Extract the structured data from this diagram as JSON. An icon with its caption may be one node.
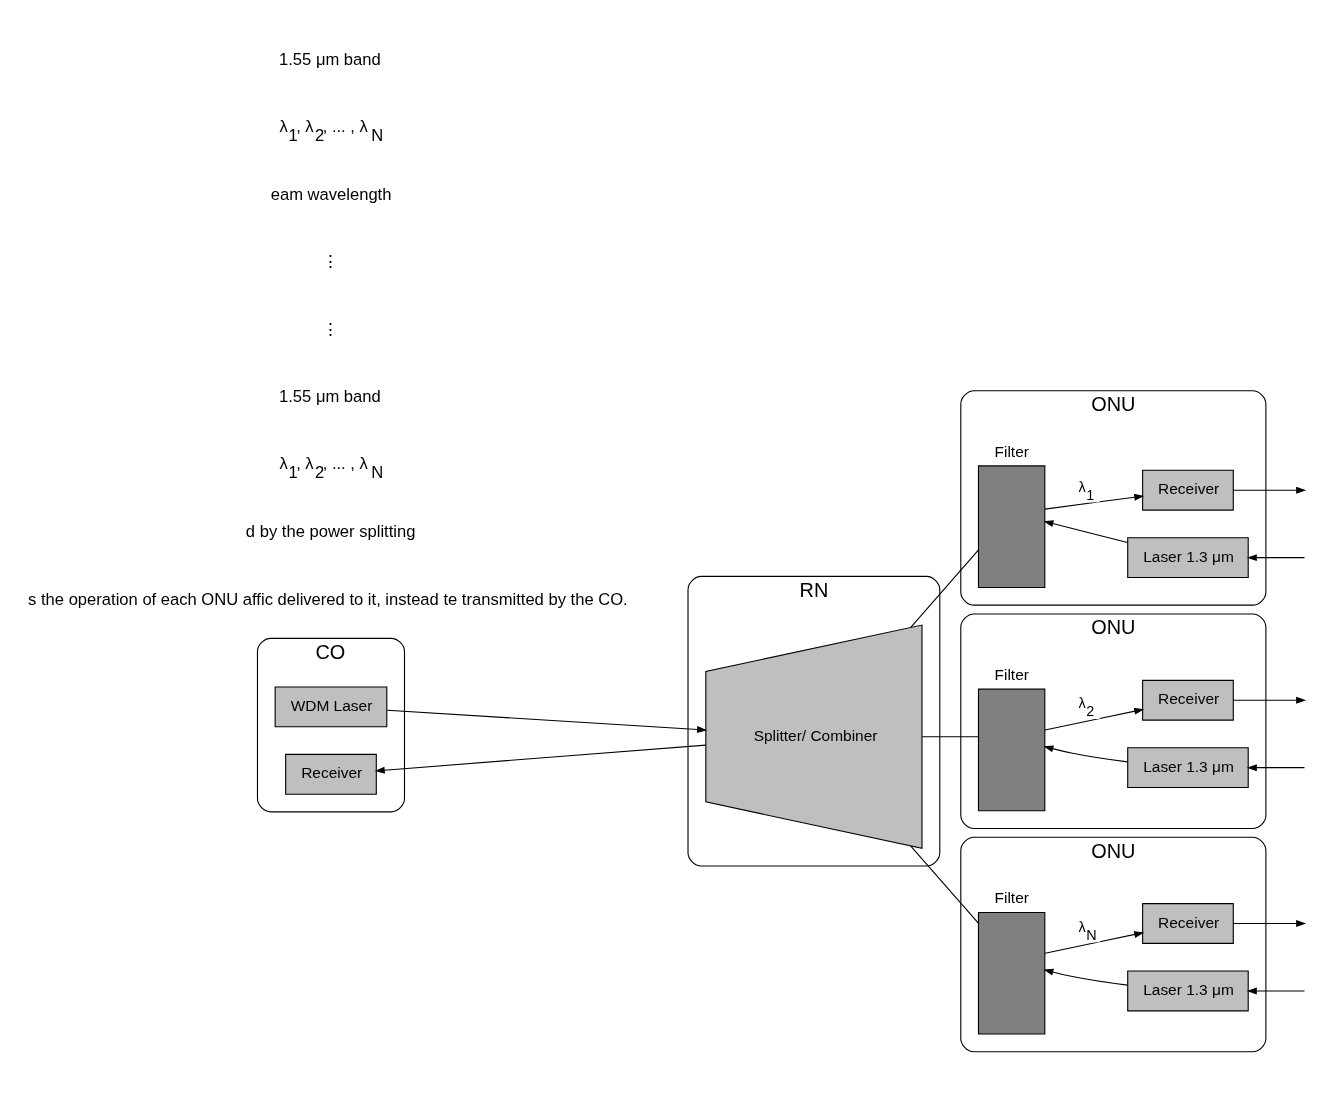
{
  "diagram": {
    "nodes": [
      {
        "text": [
          "CO"
        ]
      },
      {
        "text": [
          "WDM Laser"
        ],
        "in": 0
      },
      {
        "text": [
          "Receiver"
        ],
        "in": 0
      },
      {
        "text": [
          "RN"
        ]
      },
      {
        "text": [
          "Splitter/ Combiner"
        ],
        "in": 3
      },
      {
        "text": [
          "ONU"
        ]
      },
      {
        "text": [
          "Filter"
        ],
        "in": 5
      },
      {
        "text": [
          "Receiver"
        ],
        "in": 5
      },
      {
        "text": [
          "Laser 1.3 μm"
        ],
        "in": 5
      },
      {
        "text": [
          "ONU"
        ]
      },
      {
        "text": [
          "Filter"
        ],
        "in": 9
      },
      {
        "text": [
          "Receiver"
        ],
        "in": 9
      },
      {
        "text": [
          "Laser 1.3 μm"
        ],
        "in": 9
      },
      {
        "text": [
          "ONU"
        ]
      },
      {
        "text": [
          "Filter"
        ],
        "in": 13
      },
      {
        "text": [
          "Receiver"
        ],
        "in": 13
      },
      {
        "text": [
          "Laser 1.3 μm"
        ],
        "in": 13
      }
    ],
    "edges": [
      {
        "from": 1,
        "to": 4,
        "arrow": "to"
      },
      {
        "from": 4,
        "to": 2,
        "arrow": "to"
      },
      {
        "from": 4,
        "to": 6,
        "arrow": "none"
      },
      {
        "from": 4,
        "to": 10,
        "arrow": "none"
      },
      {
        "from": 4,
        "to": 14,
        "arrow": "none"
      },
      {
        "from": 6,
        "to": 7,
        "arrow": "to",
        "label": "λ$_{1}$"
      },
      {
        "from": 7,
        "to": null,
        "arrow": "to"
      },
      {
        "from": null,
        "to": 8,
        "arrow": "to"
      },
      {
        "from": 8,
        "to": 6,
        "arrow": "to"
      },
      {
        "from": 10,
        "to": 11,
        "arrow": "to",
        "label": "λ$_{2}$"
      },
      {
        "from": 11,
        "to": null,
        "arrow": "to"
      },
      {
        "from": null,
        "to": 12,
        "arrow": "to"
      },
      {
        "from": 12,
        "to": 10,
        "arrow": "to"
      },
      {
        "from": 14,
        "to": 15,
        "arrow": "to",
        "label": "λ$_{N}$"
      },
      {
        "from": 15,
        "to": null,
        "arrow": "to"
      },
      {
        "from": null,
        "to": 16,
        "arrow": "to"
      },
      {
        "from": 16,
        "to": 14,
        "arrow": "to"
      }
    ],
    "labels": [
      "s the operation of each ONU affic delivered to it, instead te transmitted by the CO.",
      "d by the power splitting",
      "λ$_{1}$, λ$_{2}$, ... , λ$_{N}$",
      "1.55 μm band",
      "⋮",
      "⋮",
      "eam wavelength",
      "λ$_{1}$, λ$_{2}$, ... , λ$_{N}$",
      "1.55 μm band"
    ]
  }
}
